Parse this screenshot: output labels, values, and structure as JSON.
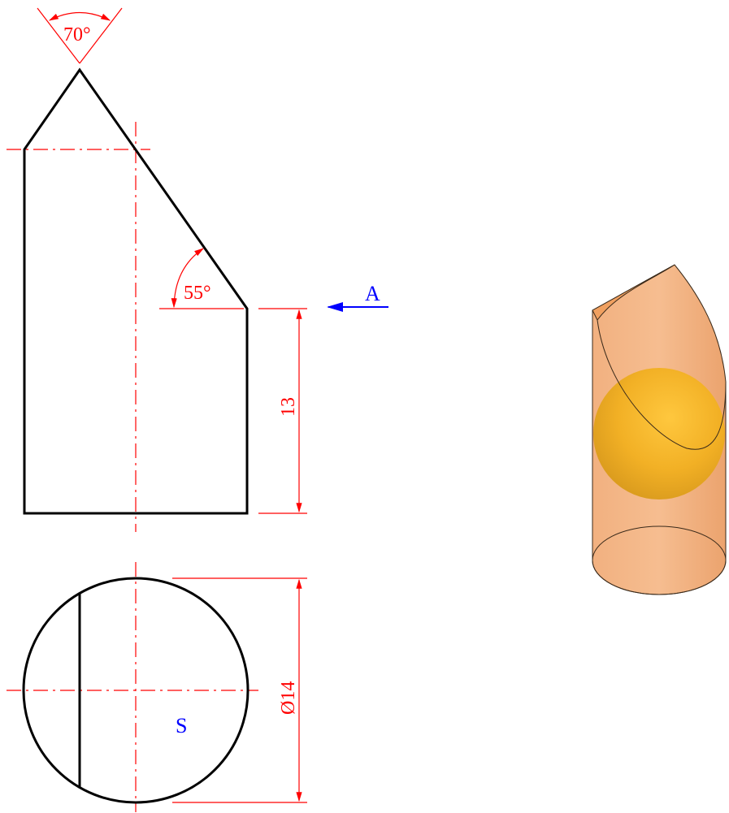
{
  "drawing": {
    "dimensions": {
      "apex_angle": "70°",
      "slant_angle": "55°",
      "height": "13",
      "diameter": "Ø14"
    },
    "view_labels": {
      "arrow_view": "A",
      "section_point": "S"
    },
    "colors": {
      "outline": "#000000",
      "dimension": "#ff0000",
      "view_label": "#0000ff",
      "cylinder_fill": "#f4a460",
      "sphere_fill": "#f5b800"
    }
  }
}
